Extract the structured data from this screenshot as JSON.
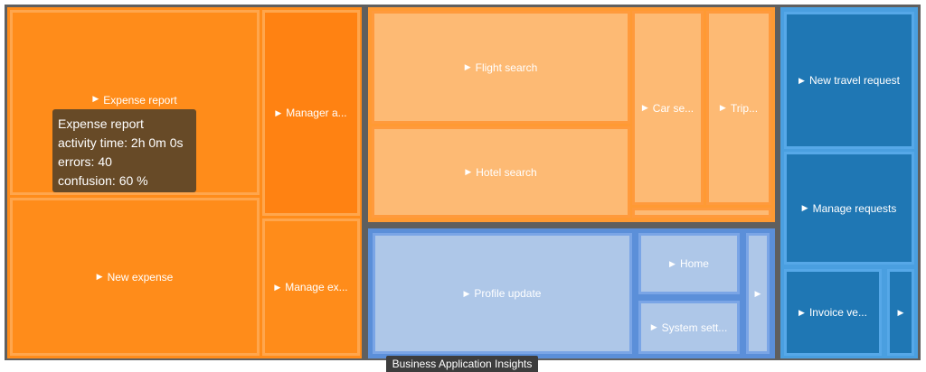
{
  "chart_data": {
    "type": "treemap",
    "groups": [
      {
        "color": "#ff8c1a",
        "tiles": [
          {
            "label": "Expense report",
            "color": "#ff8c1a"
          },
          {
            "label": "New expense",
            "color": "#ff8c1a"
          },
          {
            "label": "Manager a...",
            "color": "#ff8212"
          },
          {
            "label": "Manage ex...",
            "color": "#ff8c1a"
          }
        ]
      },
      {
        "color": "#fdba74",
        "tiles": [
          {
            "label": "Flight search",
            "color": "#fdba74"
          },
          {
            "label": "Hotel search",
            "color": "#fdba74"
          },
          {
            "label": "Car se...",
            "color": "#fdba74"
          },
          {
            "label": "Trip...",
            "color": "#fdba74"
          },
          {
            "label": "",
            "color": "#fdba74"
          }
        ]
      },
      {
        "color": "#aec7e8",
        "tiles": [
          {
            "label": "Profile update",
            "color": "#aec7e8"
          },
          {
            "label": "Home",
            "color": "#aec7e8"
          },
          {
            "label": "System sett...",
            "color": "#aec7e8"
          },
          {
            "label": "",
            "color": "#aec7e8"
          }
        ]
      },
      {
        "color": "#1f77b4",
        "tiles": [
          {
            "label": "New travel request",
            "color": "#1f77b4"
          },
          {
            "label": "Manage requests",
            "color": "#1f77b4"
          },
          {
            "label": "Invoice ve...",
            "color": "#1f77b4"
          },
          {
            "label": "",
            "color": "#1f77b4"
          }
        ]
      }
    ]
  },
  "tooltip": {
    "title": "Expense report",
    "activity_time": "activity time: 2h 0m 0s",
    "errors": "errors: 40",
    "confusion": "confusion: 60 %"
  },
  "footer": {
    "label": "Business Application Insights"
  }
}
